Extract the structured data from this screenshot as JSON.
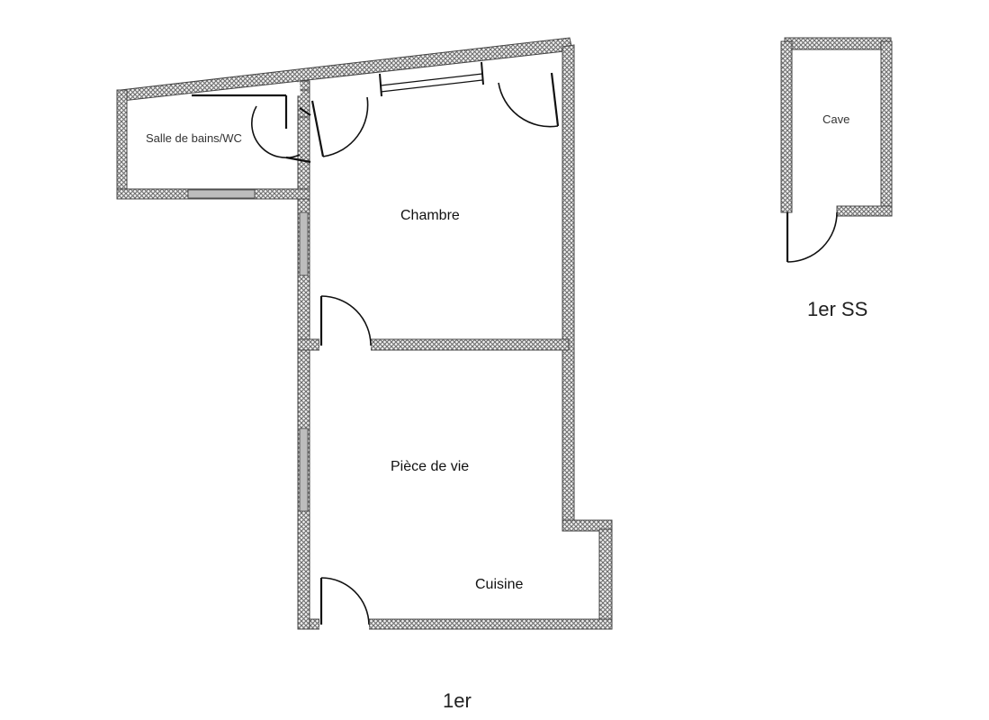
{
  "rooms": {
    "bathroom": "Salle de bains/WC",
    "bedroom": "Chambre",
    "living": "Pièce de vie",
    "kitchen": "Cuisine",
    "cellar": "Cave"
  },
  "floors": {
    "main": "1er",
    "basement": "1er SS"
  },
  "colors": {
    "wall_hatch": "#7a7a7a",
    "window": "#bdbdbd",
    "lines": "#111111"
  }
}
